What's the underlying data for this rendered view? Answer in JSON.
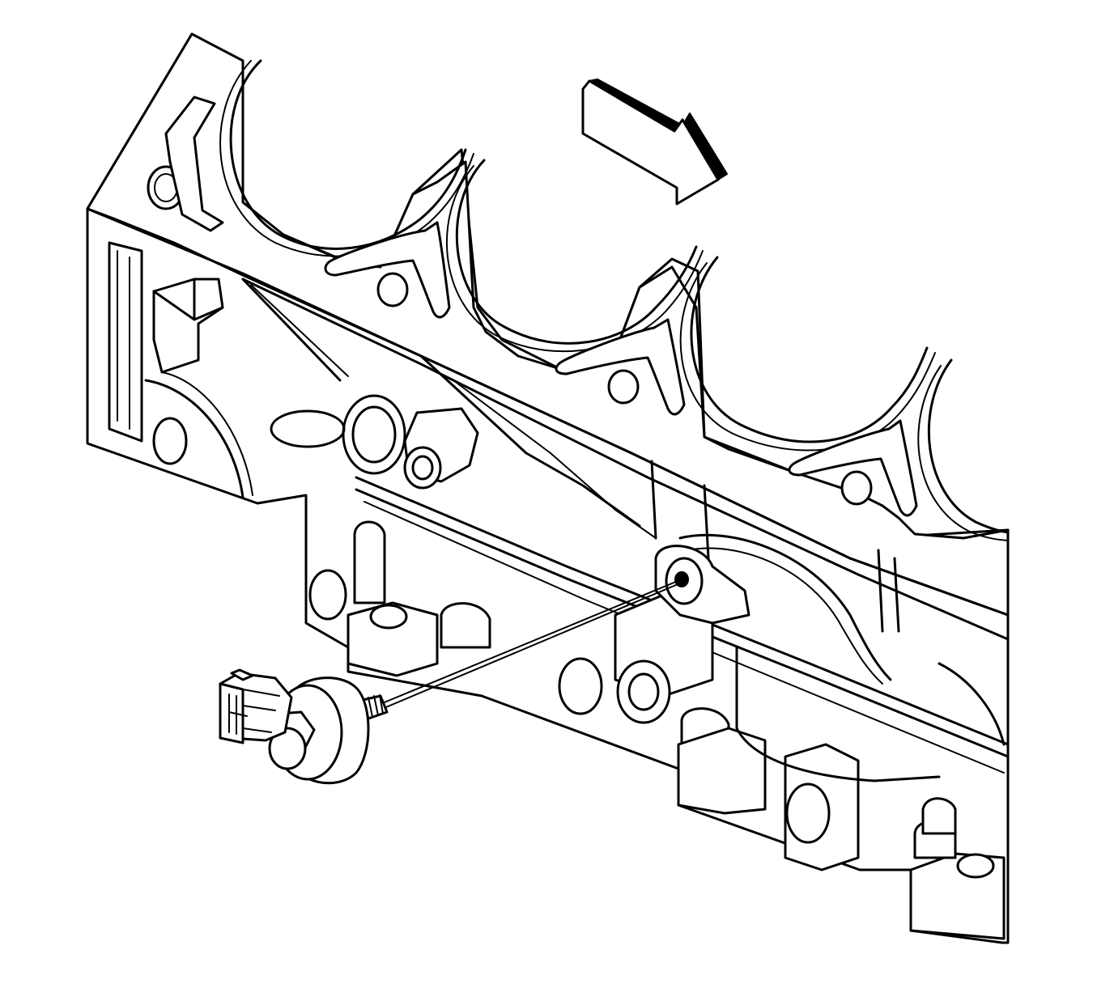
{
  "diagram": {
    "labels": [],
    "colors": {
      "line": "#000000",
      "background": "#ffffff"
    },
    "parts": [
      {
        "id": "engine-block",
        "icon": "engine-block-icon"
      },
      {
        "id": "cylinder-bores",
        "count": 4
      },
      {
        "id": "direction-arrow",
        "icon": "direction-arrow-icon"
      },
      {
        "id": "knock-sensor",
        "icon": "knock-sensor-icon"
      },
      {
        "id": "sensor-mounting-hole",
        "icon": "mounting-hole-icon"
      },
      {
        "id": "installation-leader-line",
        "icon": "leader-line-icon"
      }
    ]
  }
}
